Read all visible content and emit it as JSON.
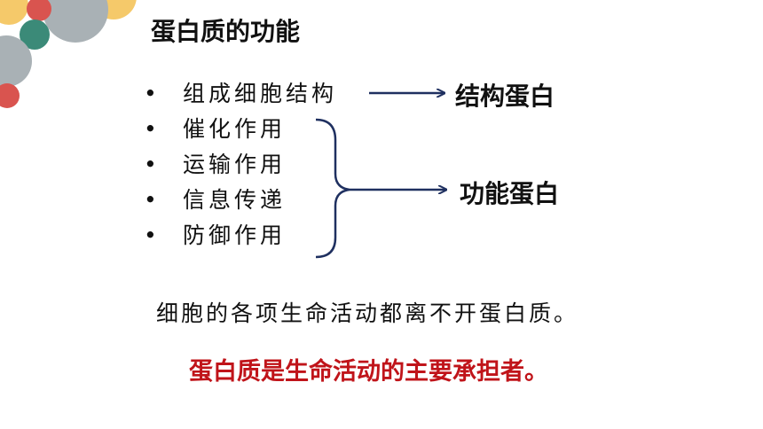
{
  "title": "蛋白质的功能",
  "bullet_symbol": "•",
  "functions": [
    "组成细胞结构",
    "催化作用",
    "运输作用",
    "信息传递",
    "防御作用"
  ],
  "structural_label": "结构蛋白",
  "functional_label": "功能蛋白",
  "sentence": "细胞的各项生命活动都离不开蛋白质。",
  "emphasis": "蛋白质是生命活动的主要承担者。",
  "colors": {
    "arrow": "#1f3060",
    "emphasis": "#c0141a",
    "circle_teal": "#3b8a78",
    "circle_gray": "#a9b1b5",
    "circle_yellow": "#f5c96a",
    "circle_red": "#d9544f"
  }
}
